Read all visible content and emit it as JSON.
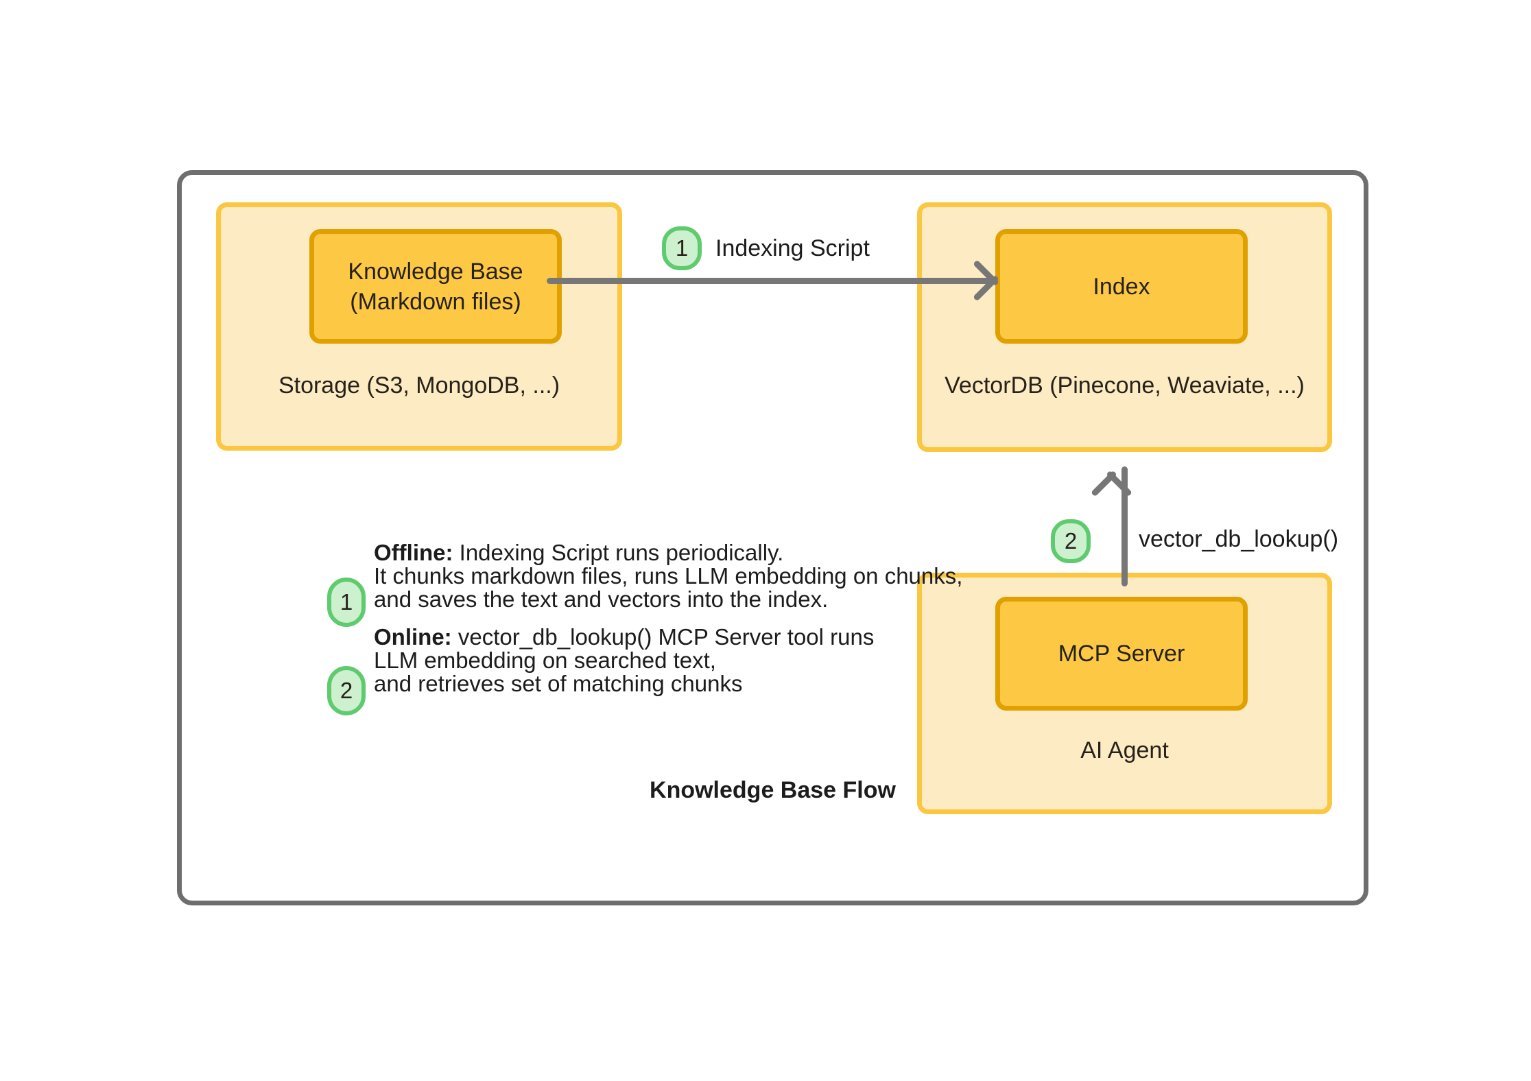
{
  "diagram": {
    "title": "Knowledge Base Flow",
    "colors": {
      "frame_border": "#6e6e6e",
      "group_fill": "#fdecc3",
      "group_border": "#fbc740",
      "node_fill": "#fdc944",
      "node_border": "#e0a100",
      "badge_fill": "#cdf0ce",
      "badge_border": "#5ecb6e",
      "arrow": "#777777",
      "text": "#1c1c1c"
    },
    "groups": [
      {
        "id": "storage",
        "label": "Storage (S3, MongoDB, ...)"
      },
      {
        "id": "vectordb",
        "label": "VectorDB (Pinecone, Weaviate, ...)"
      },
      {
        "id": "ai_agent",
        "label": "AI Agent"
      }
    ],
    "nodes": [
      {
        "id": "knowledge_base",
        "line1": "Knowledge Base",
        "line2": "(Markdown files)"
      },
      {
        "id": "index",
        "line1": "Index"
      },
      {
        "id": "mcp_server",
        "line1": "MCP Server"
      }
    ],
    "edges": [
      {
        "id": "indexing",
        "badge": "1",
        "label": "Indexing Script",
        "direction": "right"
      },
      {
        "id": "lookup",
        "badge": "2",
        "label": "vector_db_lookup()",
        "direction": "up"
      }
    ],
    "legend": [
      {
        "badge": "1",
        "lead": "Offline:",
        "line1_rest": " Indexing Script runs periodically.",
        "line2": "It chunks markdown files, runs LLM embedding on chunks,",
        "line3": "and saves the text and vectors into the index."
      },
      {
        "badge": "2",
        "lead": "Online:",
        "line1_rest": " vector_db_lookup() MCP Server tool runs",
        "line2": "LLM embedding on searched text,",
        "line3": "and retrieves set of matching chunks"
      }
    ]
  }
}
